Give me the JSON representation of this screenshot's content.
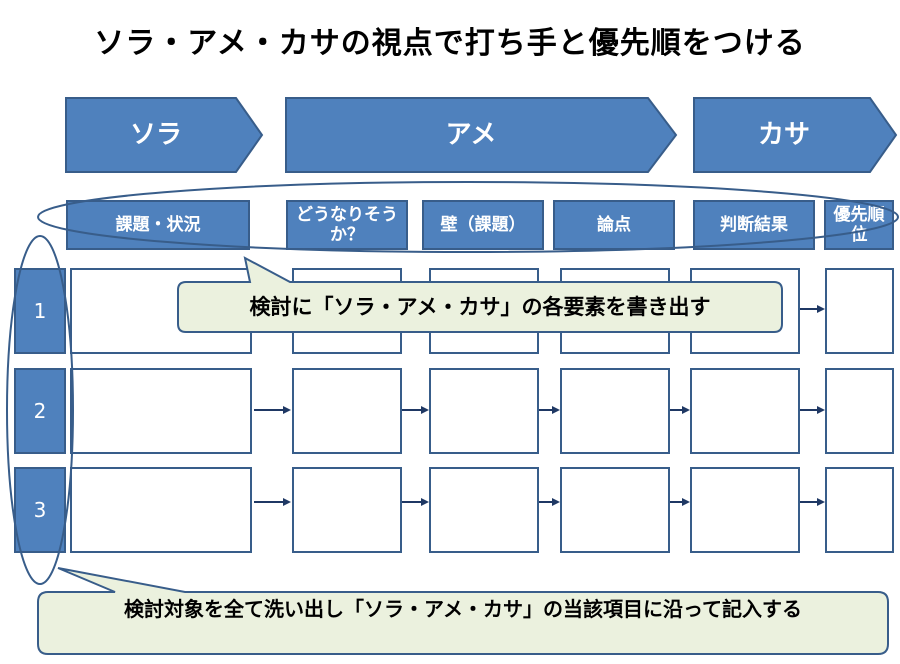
{
  "title": "ソラ・アメ・カサの視点で打ち手と優先順をつける",
  "colors": {
    "header_fill": "#4f81bd",
    "header_border": "#385d8a",
    "callout_fill": "#ebf1de",
    "arrow": "#1f3864"
  },
  "phases": [
    {
      "label": "ソラ"
    },
    {
      "label": "アメ"
    },
    {
      "label": "カサ"
    }
  ],
  "columns": [
    {
      "label": "課題・状況"
    },
    {
      "label": "どうなりそうか？"
    },
    {
      "label": "壁（課題）"
    },
    {
      "label": "論点"
    },
    {
      "label": "判断結果"
    },
    {
      "label": "優先順位"
    }
  ],
  "rows": [
    {
      "label": "1"
    },
    {
      "label": "2"
    },
    {
      "label": "3"
    }
  ],
  "callouts": {
    "top": "検討に「ソラ・アメ・カサ」の各要素を書き出す",
    "bottom": "検討対象を全て洗い出し「ソラ・アメ・カサ」の当該項目に沿って記入する"
  }
}
